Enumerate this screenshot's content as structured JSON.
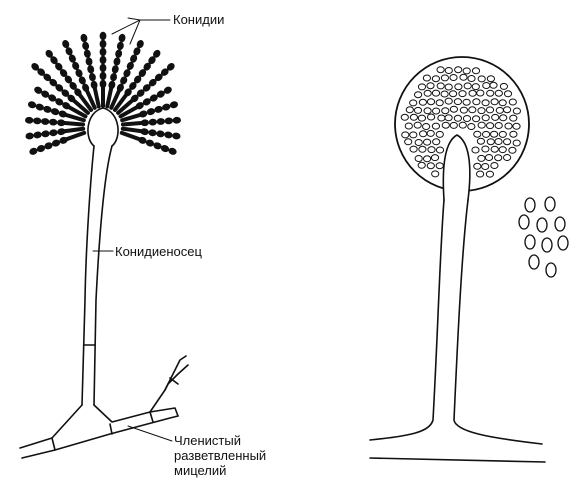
{
  "labels": {
    "conidia": "Конидии",
    "conidiophore": "Конидиеносец",
    "mycelium": "Членистый разветвленный мицелий"
  },
  "colors": {
    "ink": "#111111",
    "background": "#ffffff"
  }
}
